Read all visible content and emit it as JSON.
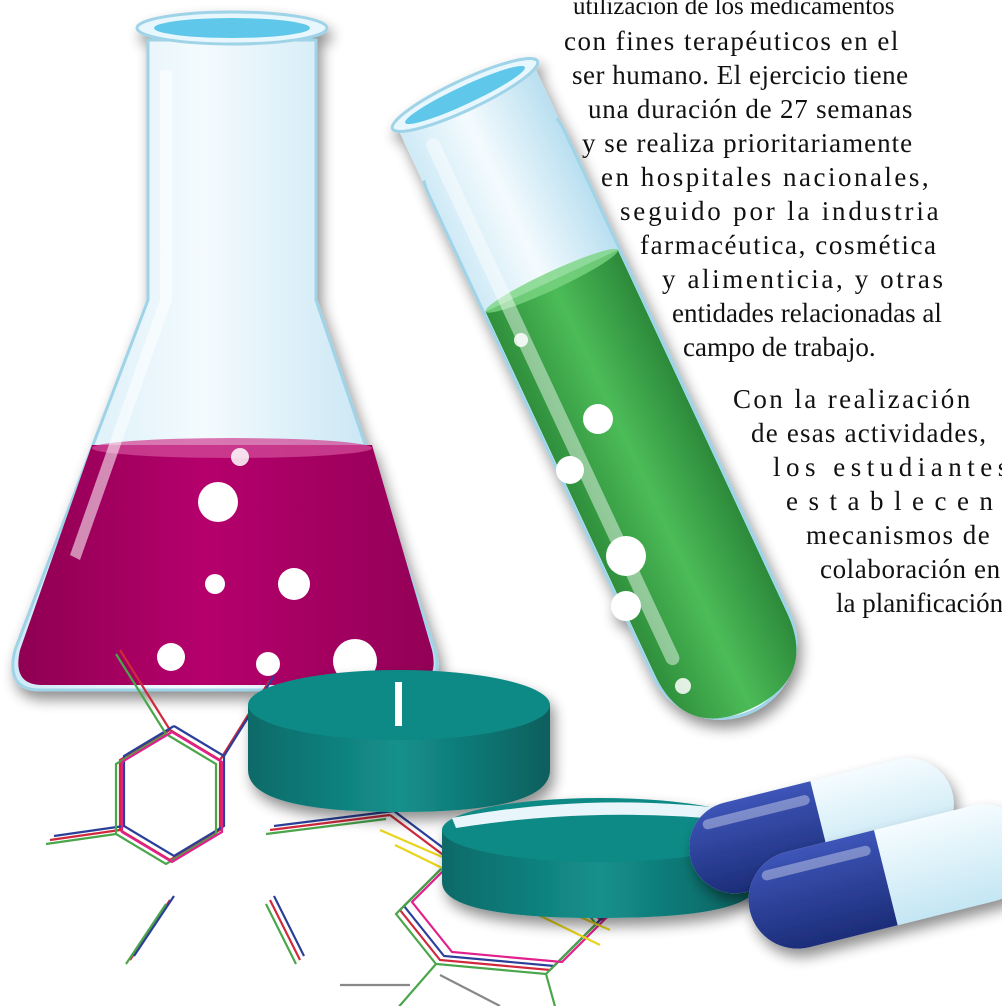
{
  "paragraph_1": {
    "lines": [
      "utilización de los medicamentos",
      "con fines terapéuticos en el",
      "ser humano. El ejercicio tiene",
      "una duración de 27 semanas",
      "y se realiza prioritariamente",
      "en hospitales nacionales,",
      "seguido por la industria",
      "farmacéutica, cosmética",
      "y alimenticia, y otras",
      "entidades relacionadas al",
      "campo de trabajo."
    ]
  },
  "paragraph_2": {
    "lines": [
      "Con la realización",
      "de esas actividades,",
      "los estudiantes",
      "establecen",
      "mecanismos de",
      "colaboración en",
      "la planificación"
    ]
  },
  "illustration": {
    "items": [
      "erlenmeyer-flask",
      "test-tube",
      "tablet",
      "tablet",
      "capsule",
      "capsule",
      "molecule-structure"
    ],
    "colors": {
      "flask_liquid": "#b3006b",
      "tube_liquid": "#3aa64a",
      "tablet": "#0f8a85",
      "capsule_dark": "#2a3f9a",
      "capsule_light": "#e8f6fb",
      "glass": "#dff2fa",
      "rim": "#5ec8ea"
    }
  }
}
